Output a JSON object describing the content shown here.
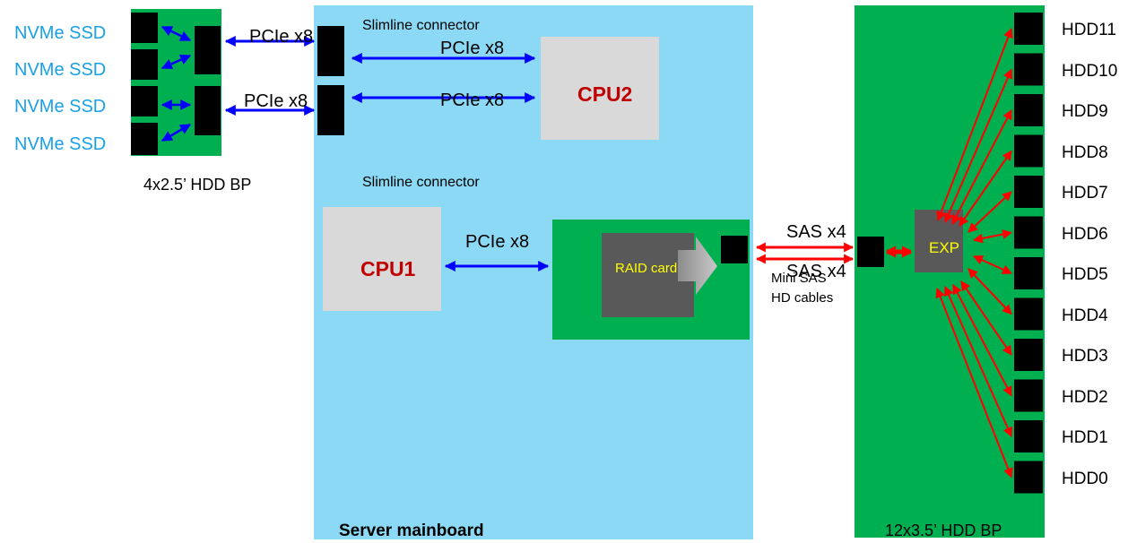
{
  "nvme_backplane": {
    "ssd_labels": [
      "NVMe SSD",
      "NVMe SSD",
      "NVMe SSD",
      "NVMe SSD"
    ],
    "caption": "4x2.5’   HDD BP"
  },
  "pcie_links": [
    "PCIe x8",
    "PCIe x8",
    "PCIe x8",
    "PCIe x8",
    "PCIe x8"
  ],
  "mainboard": {
    "label": "Server mainboard",
    "slimline_top": "Slimline connector",
    "slimline_bottom": "Slimline connector",
    "cpu2": "CPU2",
    "cpu1": "CPU1",
    "raid_card": "RAID card"
  },
  "sas": {
    "links": [
      "SAS x4",
      "SAS x4"
    ],
    "cable_line1": "Mini SAS",
    "cable_line2": "HD cables"
  },
  "hdd_backplane": {
    "expander": "EXP",
    "caption": "12x3.5’   HDD BP",
    "hdds": [
      "HDD11",
      "HDD10",
      "HDD9",
      "HDD8",
      "HDD7",
      "HDD6",
      "HDD5",
      "HDD4",
      "HDD3",
      "HDD2",
      "HDD1",
      "HDD0"
    ]
  },
  "colors": {
    "mainboard": "#8cd9f5",
    "backplane": "#00b050",
    "cpu_box": "#d9d9d9",
    "raid_chip": "#595959",
    "connector": "#000000",
    "pcie_arrow": "#0000ff",
    "sas_arrow": "#ff0000",
    "cpu_text": "#c00000",
    "ssd_text": "#1aa0e6",
    "exp_text": "#ffff00"
  }
}
